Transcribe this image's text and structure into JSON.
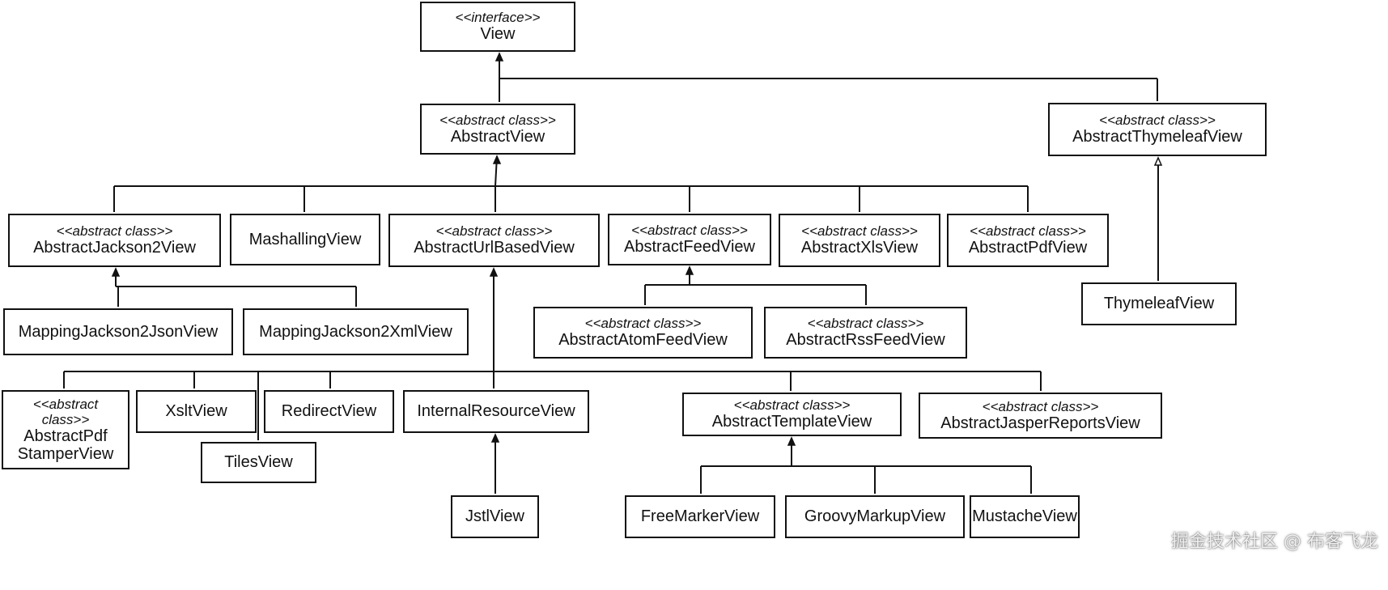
{
  "nodes": [
    {
      "id": "view",
      "stereotype": "<<interface>>",
      "name": "View"
    },
    {
      "id": "abstract-view",
      "stereotype": "<<abstract class>>",
      "name": "AbstractView"
    },
    {
      "id": "abstract-thymeleaf-view",
      "stereotype": "<<abstract class>>",
      "name": "AbstractThymeleafView"
    },
    {
      "id": "abstract-jackson2-view",
      "stereotype": "<<abstract class>>",
      "name": "AbstractJackson2View"
    },
    {
      "id": "mashalling-view",
      "stereotype": "",
      "name": "MashallingView"
    },
    {
      "id": "abstract-url-based-view",
      "stereotype": "<<abstract class>>",
      "name": "AbstractUrlBasedView"
    },
    {
      "id": "abstract-feed-view",
      "stereotype": "<<abstract class>>",
      "name": "AbstractFeedView"
    },
    {
      "id": "abstract-xls-view",
      "stereotype": "<<abstract class>>",
      "name": "AbstractXlsView"
    },
    {
      "id": "abstract-pdf-view",
      "stereotype": "<<abstract class>>",
      "name": "AbstractPdfView"
    },
    {
      "id": "thymeleaf-view",
      "stereotype": "",
      "name": "ThymeleafView"
    },
    {
      "id": "mapping-jackson2-json-view",
      "stereotype": "",
      "name": "MappingJackson2JsonView"
    },
    {
      "id": "mapping-jackson2-xml-view",
      "stereotype": "",
      "name": "MappingJackson2XmlView"
    },
    {
      "id": "abstract-atom-feed-view",
      "stereotype": "<<abstract class>>",
      "name": "AbstractAtomFeedView"
    },
    {
      "id": "abstract-rss-feed-view",
      "stereotype": "<<abstract class>>",
      "name": "AbstractRssFeedView"
    },
    {
      "id": "abstract-pdf-stamper-view",
      "stereotype": "<<abstract class>>",
      "name": "AbstractPdf StamperView"
    },
    {
      "id": "xslt-view",
      "stereotype": "",
      "name": "XsltView"
    },
    {
      "id": "tiles-view",
      "stereotype": "",
      "name": "TilesView"
    },
    {
      "id": "redirect-view",
      "stereotype": "",
      "name": "RedirectView"
    },
    {
      "id": "internal-resource-view",
      "stereotype": "",
      "name": "InternalResourceView"
    },
    {
      "id": "abstract-template-view",
      "stereotype": "<<abstract class>>",
      "name": "AbstractTemplateView"
    },
    {
      "id": "abstract-jasper-reports-view",
      "stereotype": "<<abstract class>>",
      "name": "AbstractJasperReportsView"
    },
    {
      "id": "jstl-view",
      "stereotype": "",
      "name": "JstlView"
    },
    {
      "id": "free-marker-view",
      "stereotype": "",
      "name": "FreeMarkerView"
    },
    {
      "id": "groovy-markup-view",
      "stereotype": "",
      "name": "GroovyMarkupView"
    },
    {
      "id": "mustache-view",
      "stereotype": "",
      "name": "MustacheView"
    }
  ],
  "edges": [
    {
      "from": "abstract-view",
      "to": "view"
    },
    {
      "from": "abstract-thymeleaf-view",
      "to": "view"
    },
    {
      "from": "abstract-jackson2-view",
      "to": "abstract-view"
    },
    {
      "from": "mashalling-view",
      "to": "abstract-view"
    },
    {
      "from": "abstract-url-based-view",
      "to": "abstract-view"
    },
    {
      "from": "abstract-feed-view",
      "to": "abstract-view"
    },
    {
      "from": "abstract-xls-view",
      "to": "abstract-view"
    },
    {
      "from": "abstract-pdf-view",
      "to": "abstract-view"
    },
    {
      "from": "thymeleaf-view",
      "to": "abstract-thymeleaf-view"
    },
    {
      "from": "mapping-jackson2-json-view",
      "to": "abstract-jackson2-view"
    },
    {
      "from": "mapping-jackson2-xml-view",
      "to": "abstract-jackson2-view"
    },
    {
      "from": "abstract-atom-feed-view",
      "to": "abstract-feed-view"
    },
    {
      "from": "abstract-rss-feed-view",
      "to": "abstract-feed-view"
    },
    {
      "from": "abstract-pdf-stamper-view",
      "to": "abstract-url-based-view"
    },
    {
      "from": "xslt-view",
      "to": "abstract-url-based-view"
    },
    {
      "from": "tiles-view",
      "to": "abstract-url-based-view"
    },
    {
      "from": "redirect-view",
      "to": "abstract-url-based-view"
    },
    {
      "from": "internal-resource-view",
      "to": "abstract-url-based-view"
    },
    {
      "from": "abstract-template-view",
      "to": "abstract-url-based-view"
    },
    {
      "from": "abstract-jasper-reports-view",
      "to": "abstract-url-based-view"
    },
    {
      "from": "jstl-view",
      "to": "internal-resource-view"
    },
    {
      "from": "free-marker-view",
      "to": "abstract-template-view"
    },
    {
      "from": "groovy-markup-view",
      "to": "abstract-template-view"
    },
    {
      "from": "mustache-view",
      "to": "abstract-template-view"
    }
  ],
  "watermark": "掘金技术社区 @ 布客飞龙"
}
